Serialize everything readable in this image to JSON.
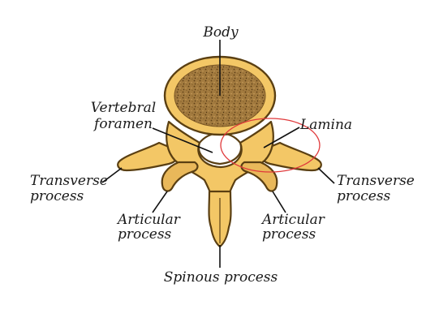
{
  "diagram": {
    "labels": {
      "body": "Body",
      "vertebral_foramen_line1": "Vertebral",
      "vertebral_foramen_line2": "foramen",
      "lamina": "Lamina",
      "transverse_left_line1": "Transverse",
      "transverse_left_line2": "process",
      "transverse_right_line1": "Transverse",
      "transverse_right_line2": "process",
      "articular_left_line1": "Articular",
      "articular_left_line2": "process",
      "articular_right_line1": "Articular",
      "articular_right_line2": "process",
      "spinous": "Spinous process"
    },
    "colors": {
      "bone": "#f3c766",
      "bone_shade": "#e0a94a",
      "outline": "#5a3f12",
      "body_core": "#a27a3e",
      "highlight_ellipse": "#e0393b"
    }
  }
}
